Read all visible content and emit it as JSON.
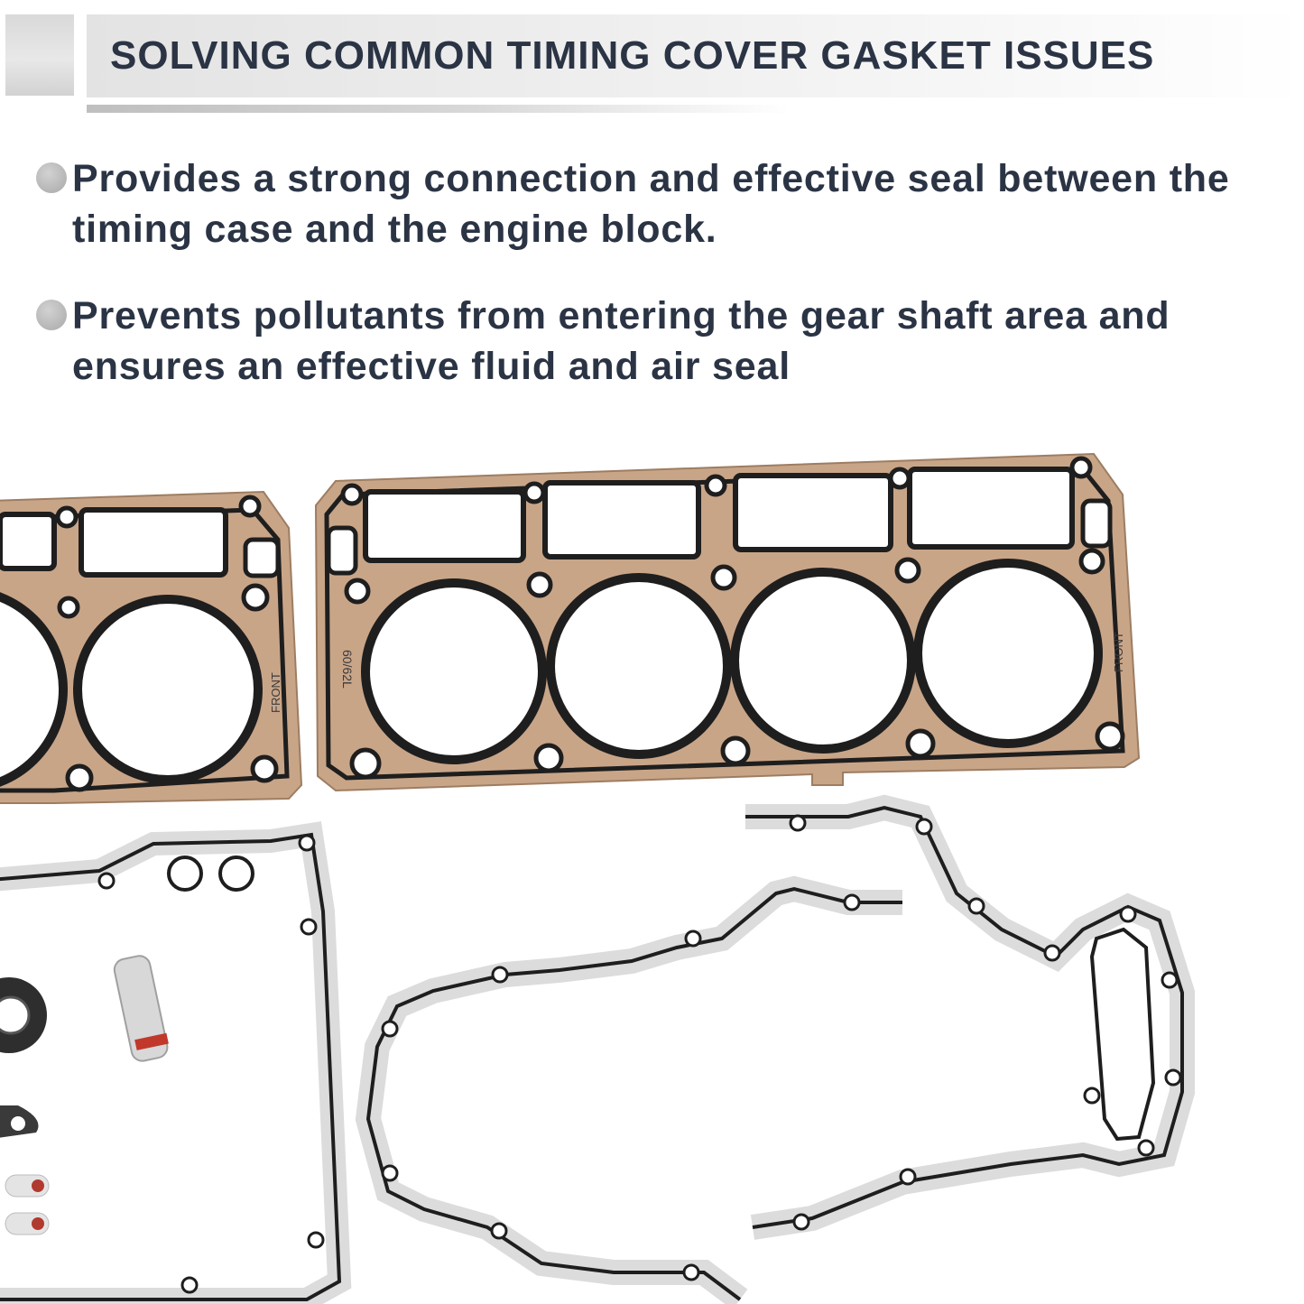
{
  "banner": {
    "title": "SOLVING COMMON TIMING COVER GASKET ISSUES"
  },
  "features": [
    {
      "text": "Provides a strong connection and effective seal between the timing case and the engine block."
    },
    {
      "text": "Prevents pollutants from entering the gear shaft area and ensures an effective fluid and air seal"
    }
  ],
  "product_photo": {
    "head_gasket_labels": [
      "FRONT",
      "60/62L"
    ],
    "colors": {
      "head_gasket": "#c9a588",
      "bead": "#1e1e1e",
      "cover_gasket": "#dcdcdc"
    }
  }
}
